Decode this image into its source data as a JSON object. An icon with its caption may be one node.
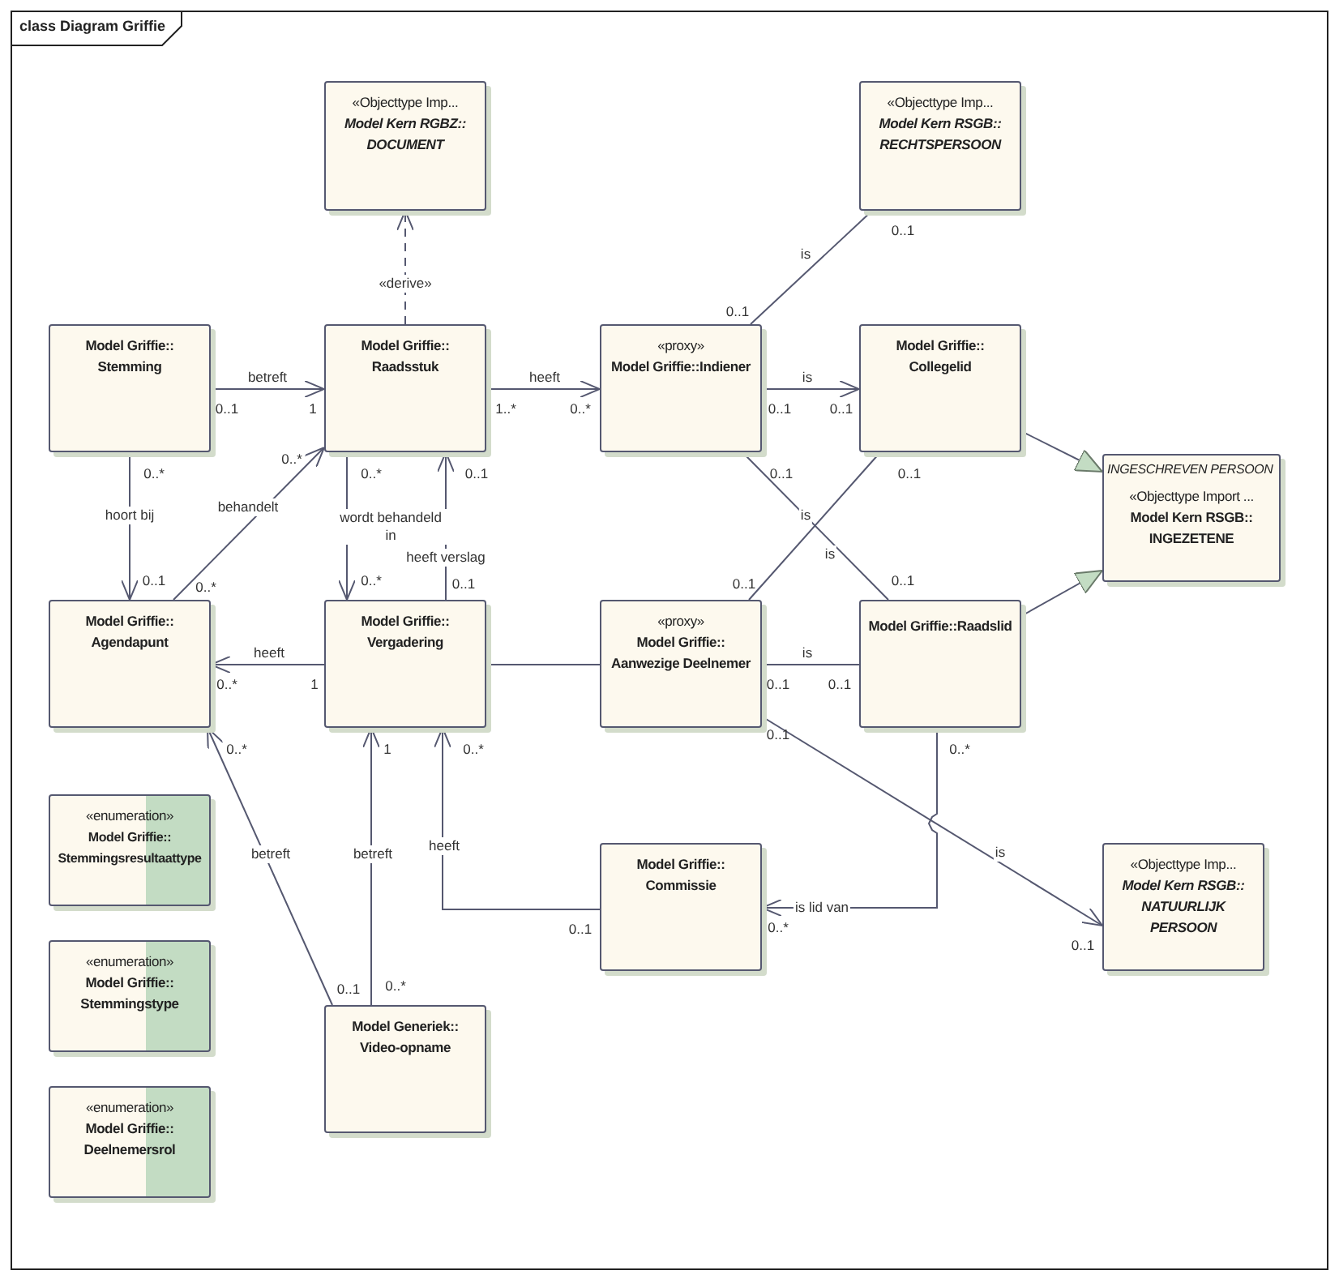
{
  "diagram": {
    "title": "class Diagram Griffie",
    "nodes": [
      {
        "text": [
          "«Objecttype Imp...",
          "Model Kern RGBZ:: DOCUMENT"
        ]
      },
      {
        "text": [
          "«Objecttype Imp...",
          "Model Kern RSGB:: RECHTSPERSOON"
        ]
      },
      {
        "text": [
          "Model Griffie:: Stemming"
        ]
      },
      {
        "text": [
          "Model Griffie:: Raadsstuk"
        ]
      },
      {
        "text": [
          "«proxy»",
          "Model Griffie::Indiener"
        ]
      },
      {
        "text": [
          "Model Griffie:: Collegelid"
        ]
      },
      {
        "text": [
          "INGESCHREVEN PERSOON",
          "«Objecttype Import ...",
          "Model Kern RSGB:: INGEZETENE"
        ]
      },
      {
        "text": [
          "Model Griffie:: Agendapunt"
        ]
      },
      {
        "text": [
          "Model Griffie:: Vergadering"
        ]
      },
      {
        "text": [
          "«proxy»",
          "Model Griffie:: Aanwezige Deelnemer"
        ]
      },
      {
        "text": [
          "Model Griffie::Raadslid"
        ]
      },
      {
        "text": [
          "«enumeration»",
          "Model Griffie:: Stemmingsresultaattype"
        ]
      },
      {
        "text": [
          "Model Griffie:: Commissie"
        ]
      },
      {
        "text": [
          "«Objecttype Imp...",
          "Model Kern RSGB:: NATUURLIJK PERSOON"
        ]
      },
      {
        "text": [
          "«enumeration»",
          "Model Griffie:: Stemmingstype"
        ]
      },
      {
        "text": [
          "Model Generiek:: Video-opname"
        ]
      },
      {
        "text": [
          "«enumeration»",
          "Model Griffie:: Deelnemersrol"
        ]
      }
    ],
    "edges": [
      {
        "from": 3,
        "to": 0,
        "arrow": "to",
        "label": "«derive»",
        "style": "dashed"
      },
      {
        "from": 2,
        "to": 3,
        "arrow": "to",
        "label": "betreft"
      },
      {
        "from": 3,
        "to": 4,
        "arrow": "to",
        "label": "heeft"
      },
      {
        "from": 4,
        "to": 1,
        "arrow": "none",
        "label": "is"
      },
      {
        "from": 4,
        "to": 5,
        "arrow": "to",
        "label": "is"
      },
      {
        "from": 5,
        "to": 6,
        "arrow": "to"
      },
      {
        "from": 10,
        "to": 6,
        "arrow": "to"
      },
      {
        "from": 4,
        "to": 10,
        "arrow": "none",
        "label": "is"
      },
      {
        "from": 5,
        "to": 9,
        "arrow": "none",
        "label": "is"
      },
      {
        "from": 2,
        "to": 7,
        "arrow": "to",
        "label": "hoort bij"
      },
      {
        "from": 7,
        "to": 3,
        "arrow": "to",
        "label": "behandelt"
      },
      {
        "from": 3,
        "to": 8,
        "arrow": "to",
        "label": "wordt behandeld in"
      },
      {
        "from": 8,
        "to": 3,
        "arrow": "to",
        "label": "heeft verslag"
      },
      {
        "from": 8,
        "to": 7,
        "arrow": "to",
        "label": "heeft"
      },
      {
        "from": 8,
        "to": 9,
        "arrow": "none"
      },
      {
        "from": 9,
        "to": 10,
        "arrow": "none",
        "label": "is"
      },
      {
        "from": 9,
        "to": 13,
        "arrow": "to",
        "label": "is"
      },
      {
        "from": 10,
        "to": 12,
        "arrow": "to",
        "label": "is lid van"
      },
      {
        "from": 12,
        "to": 8,
        "arrow": "to",
        "label": "heeft"
      },
      {
        "from": 15,
        "to": 7,
        "arrow": "to",
        "label": "betreft"
      },
      {
        "from": 15,
        "to": 8,
        "arrow": "to",
        "label": "betreft"
      }
    ],
    "labels": [
      "0..1",
      "0..1",
      "0..1",
      "1",
      "1..*",
      "0..*",
      "0..1",
      "0..1",
      "0..*",
      "0..*",
      "0..*",
      "0..1",
      "0..1",
      "0..1",
      "0..1",
      "0..*",
      "0..*",
      "0..1",
      "0..1",
      "0..1",
      "0..*",
      "1",
      "0..1",
      "0..1",
      "0..1",
      "0..*",
      "1",
      "0..*",
      "0..*",
      "0..1",
      "0..*",
      "0..1",
      "0..1",
      "0..*"
    ]
  }
}
